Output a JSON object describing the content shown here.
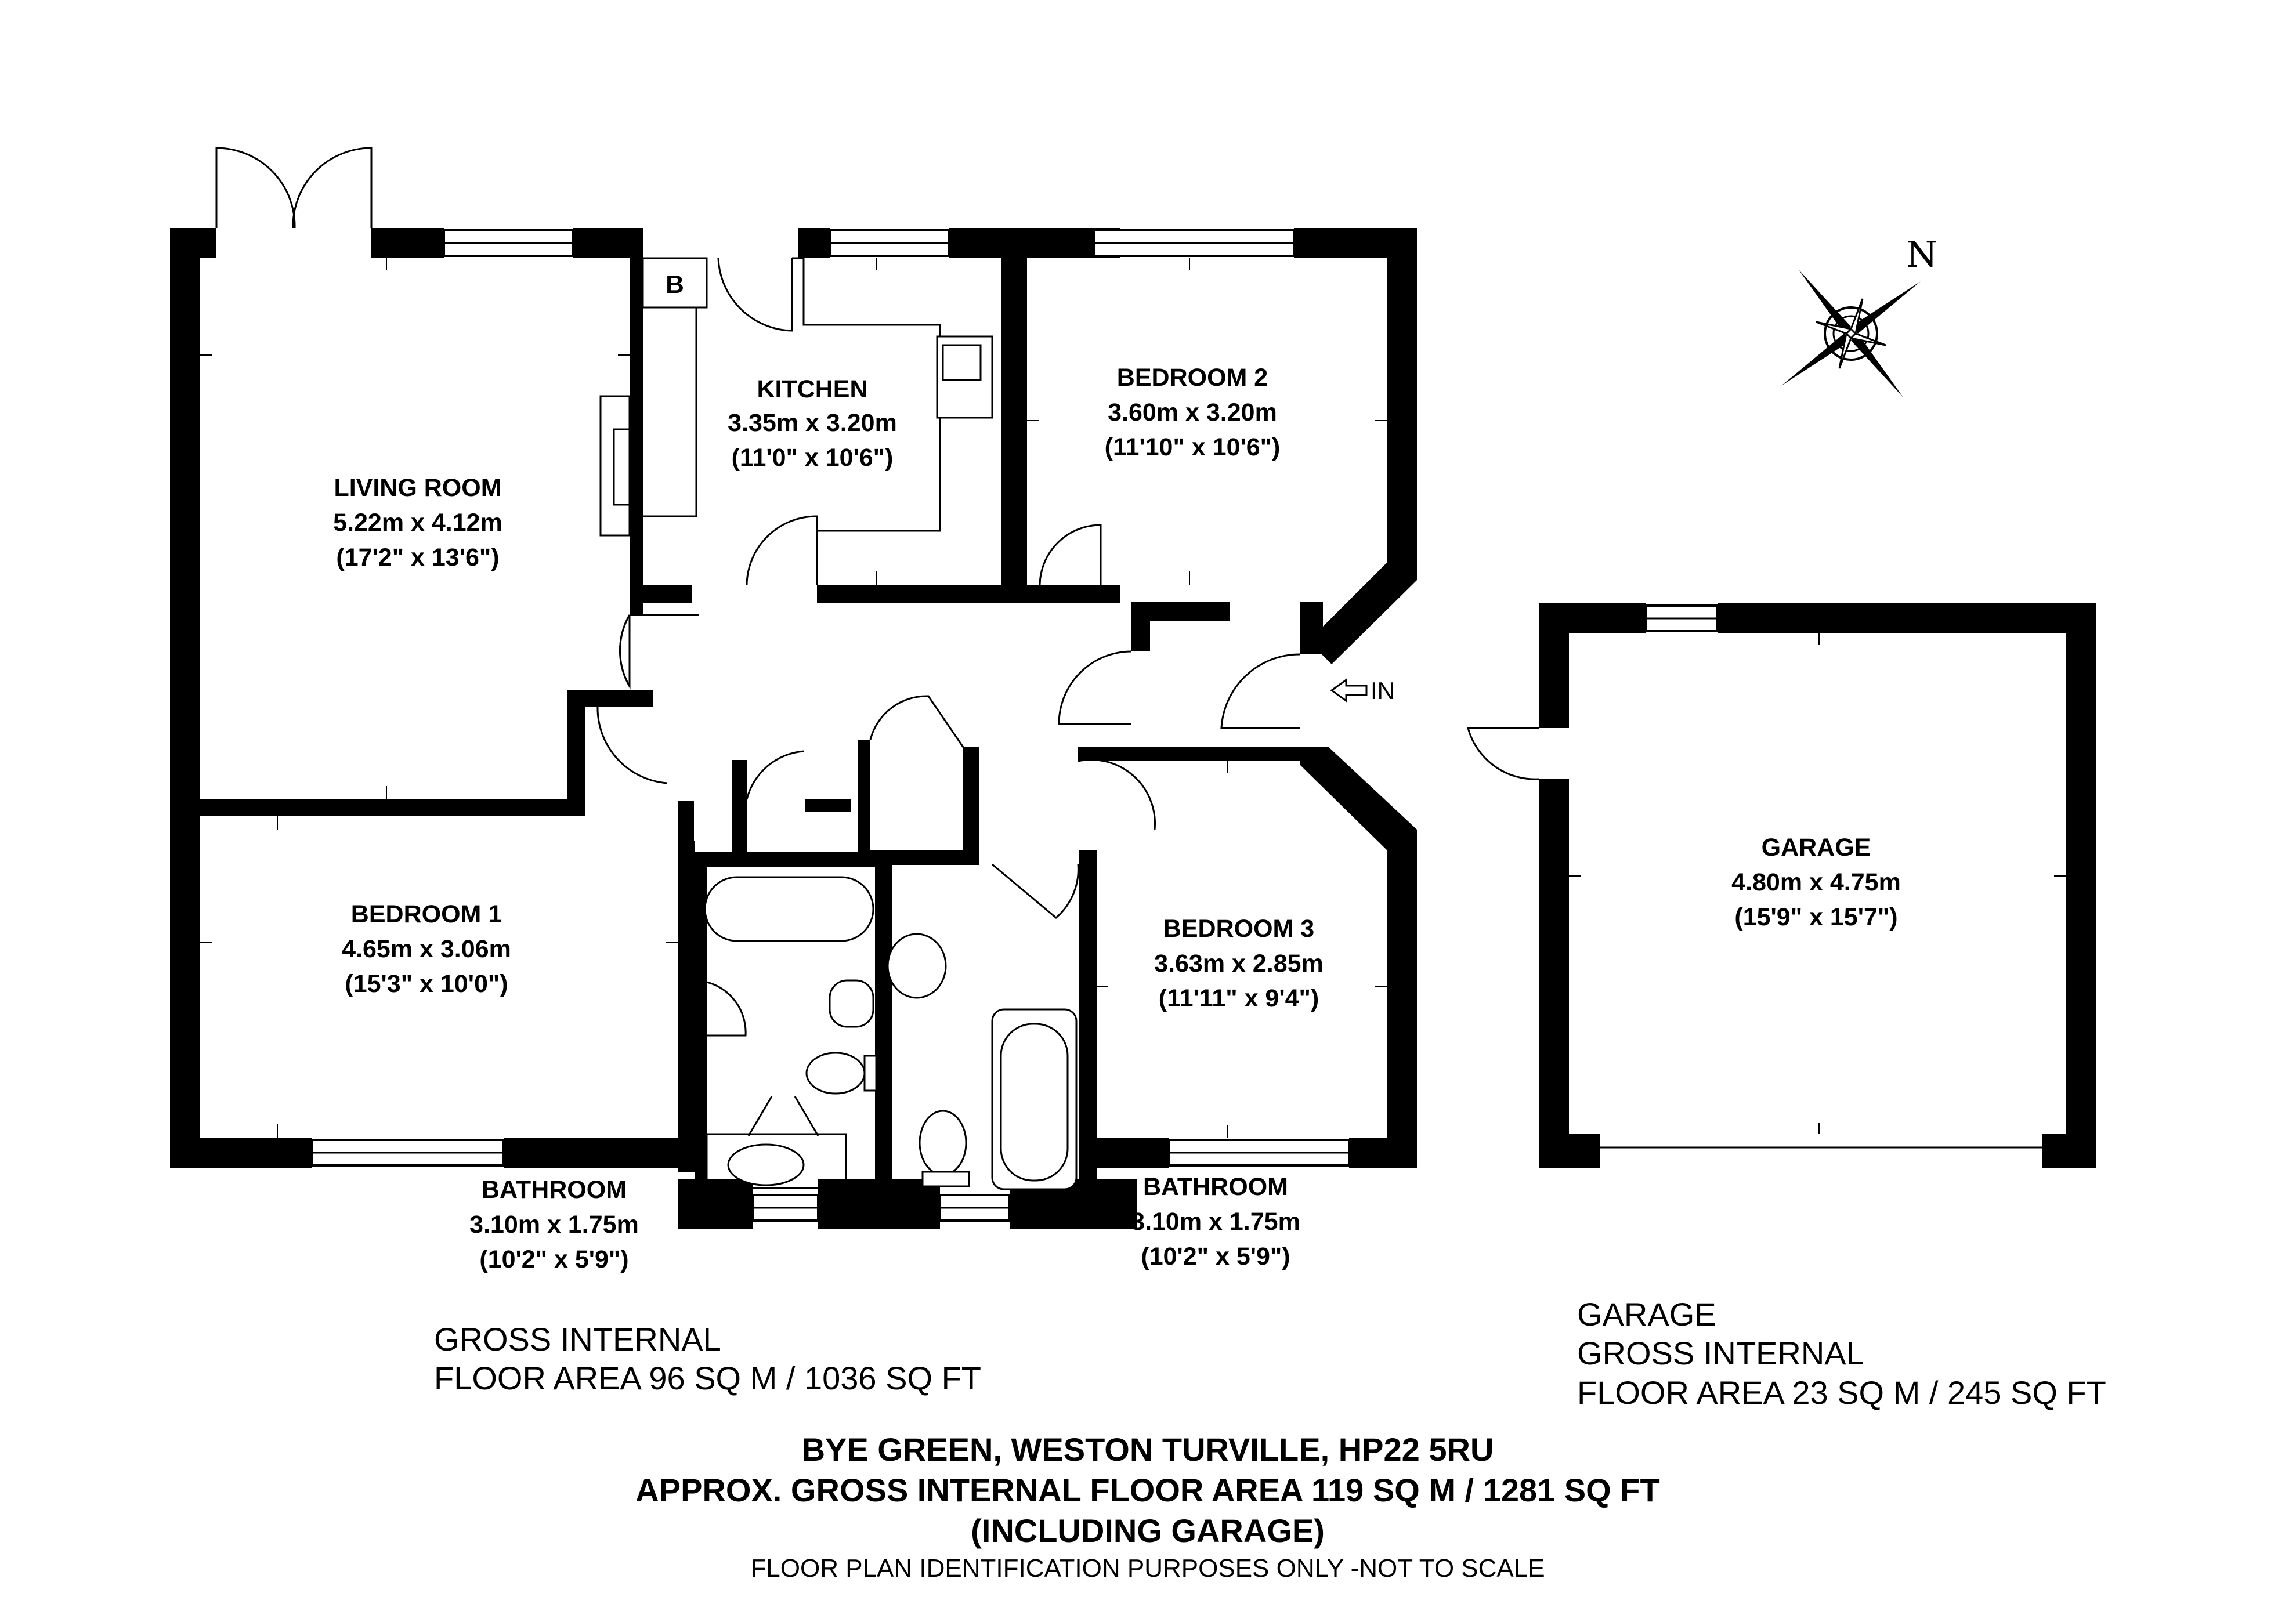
{
  "rooms": {
    "living_room": {
      "name": "LIVING ROOM",
      "metric": "5.22m x 4.12m",
      "imperial": "(17'2\" x 13'6\")"
    },
    "kitchen": {
      "name": "KITCHEN",
      "metric": "3.35m x 3.20m",
      "imperial": "(11'0\" x 10'6\")"
    },
    "bedroom_2": {
      "name": "BEDROOM 2",
      "metric": "3.60m x 3.20m",
      "imperial": "(11'10\" x 10'6\")"
    },
    "bedroom_1": {
      "name": "BEDROOM 1",
      "metric": "4.65m x 3.06m",
      "imperial": "(15'3\" x 10'0\")"
    },
    "bedroom_3": {
      "name": "BEDROOM 3",
      "metric": "3.63m x 2.85m",
      "imperial": "(11'11\" x 9'4\")"
    },
    "bathroom_left": {
      "name": "BATHROOM",
      "metric": "3.10m x 1.75m",
      "imperial": "(10'2\" x 5'9\")"
    },
    "bathroom_right": {
      "name": "BATHROOM",
      "metric": "3.10m x 1.75m",
      "imperial": "(10'2\" x 5'9\")"
    },
    "garage": {
      "name": "GARAGE",
      "metric": "4.80m x 4.75m",
      "imperial": "(15'9\" x 15'7\")"
    }
  },
  "labels": {
    "boiler": "B",
    "entrance": "IN",
    "north": "N"
  },
  "areas": {
    "house_line1": "GROSS INTERNAL",
    "house_line2": "FLOOR AREA 96 SQ M / 1036 SQ FT",
    "garage_line1": "GARAGE",
    "garage_line2": "GROSS INTERNAL",
    "garage_line3": "FLOOR AREA 23 SQ M / 245 SQ FT"
  },
  "footer": {
    "address": "BYE GREEN, WESTON TURVILLE, HP22 5RU",
    "total_area": "APPROX. GROSS INTERNAL FLOOR AREA 119 SQ M / 1281 SQ FT",
    "including": "(INCLUDING GARAGE)",
    "disclaimer": "FLOOR PLAN IDENTIFICATION PURPOSES ONLY -NOT TO SCALE"
  }
}
